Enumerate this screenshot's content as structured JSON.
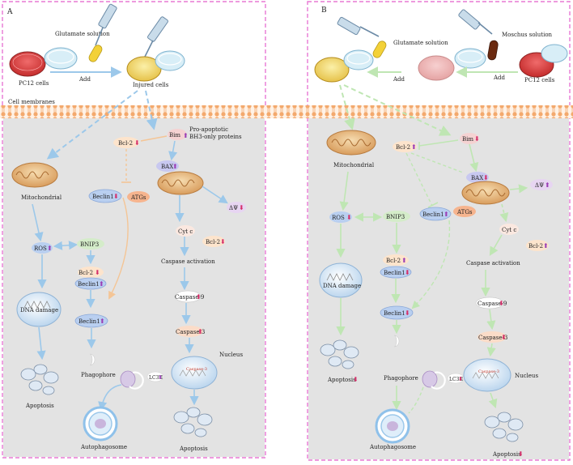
{
  "panel_a": {
    "letter": "A",
    "petri_pc12": "PC12 cells",
    "glutamate": "Glutamate solution",
    "add": "Add",
    "injured": "Injured cells",
    "membrane": "Cell membranes",
    "bim": "Bim",
    "proapoptotic_1": "Pro-apoptotic",
    "proapoptotic_2": "BH3-only proteins",
    "bcl2_top": "Bcl-2",
    "bax": "BAX",
    "mito": "Mitochondrial",
    "beclin1_a": "Beclin1",
    "atgs": "ATGs",
    "dpsi": "ΔΨ",
    "ros": "ROS",
    "bnip3": "BNIP3",
    "bcl2_mid": "Bcl-2",
    "beclin1_b": "Beclin1",
    "cytc": "Cyt c",
    "bcl2_right": "Bcl-2",
    "caspase_act": "Caspase activation",
    "dna_damage": "DNA damage",
    "caspase9": "Caspase-9",
    "beclin1_c": "Beclin1",
    "caspase3": "Caspase-3",
    "phagophore": "Phagophore",
    "lc3ii": "LC3II",
    "nucleus": "Nucleus",
    "nucleus_casp": "Caspase-3",
    "apoptosis_left": "Apoptosis",
    "autophagosome": "Autophagosome",
    "apoptosis_right": "Apoptosis"
  },
  "panel_b": {
    "letter": "B",
    "glutamate": "Glutamate solution",
    "moschus": "Moschus solution",
    "add1": "Add",
    "add2": "Add",
    "pc12": "PC12 cells",
    "bcl2_top": "Bcl-2",
    "bim": "Bim",
    "mito": "Mitochondrial",
    "bax": "BAX",
    "dpsi": "ΔΨ",
    "ros": "ROS",
    "bnip3": "BNIP3",
    "beclin1_a": "Beclin1",
    "atgs": "ATGs",
    "cytc": "Cyt c",
    "bcl2_mid": "Bcl-2",
    "beclin1_b": "Beclin1",
    "bcl2_right": "Bcl-2",
    "caspase_act": "Caspase activation",
    "dna_damage": "DNA damage",
    "beclin1_c": "Beclin1",
    "caspase9": "Caspase-9",
    "caspase3": "Caspase-3",
    "apoptosis_left": "Apoptosis",
    "phagophore": "Phagophore",
    "lc3ii": "LC3II",
    "nucleus": "Nucleus",
    "nucleus_casp": "Caspase-3",
    "autophagosome": "Autophagosome",
    "apoptosis_right": "Apoptosis"
  },
  "colors": {
    "frame": "#e878d4",
    "membrane": "#f5b88a",
    "cytoplasm": "#e3e3e3",
    "arrow_blue": "#9cc8ea",
    "arrow_green": "#bfe6b3",
    "arrow_orange": "#f4c596",
    "up_arrow": "#9a3fb6",
    "down_arrow": "#d42f6a"
  }
}
